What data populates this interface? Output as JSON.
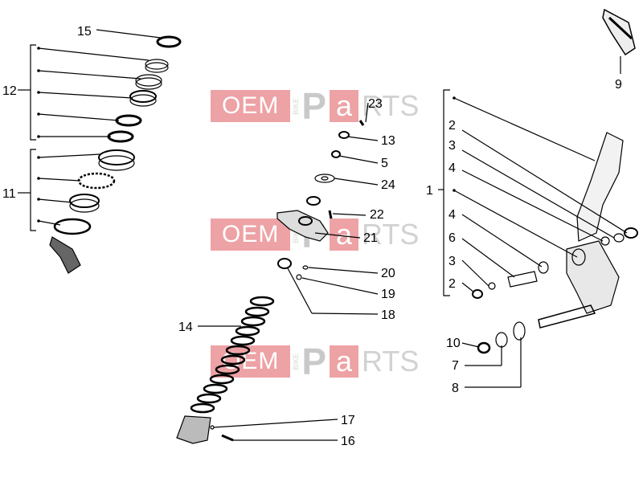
{
  "watermark": {
    "oem": "OEM",
    "bike": "BIKE",
    "p": "P",
    "a": "a",
    "rts": "RTS"
  },
  "callouts": {
    "c15": "15",
    "c12": "12",
    "c11": "11",
    "c23": "23",
    "c13": "13",
    "c5": "5",
    "c24": "24",
    "c22": "22",
    "c21": "21",
    "c20": "20",
    "c19": "19",
    "c18": "18",
    "c14": "14",
    "c17": "17",
    "c16": "16",
    "c9": "9",
    "c1": "1",
    "c2a": "2",
    "c3a": "3",
    "c4a": "4",
    "c4b": "4",
    "c6": "6",
    "c3b": "3",
    "c2b": "2",
    "c10": "10",
    "c7": "7",
    "c8": "8"
  }
}
